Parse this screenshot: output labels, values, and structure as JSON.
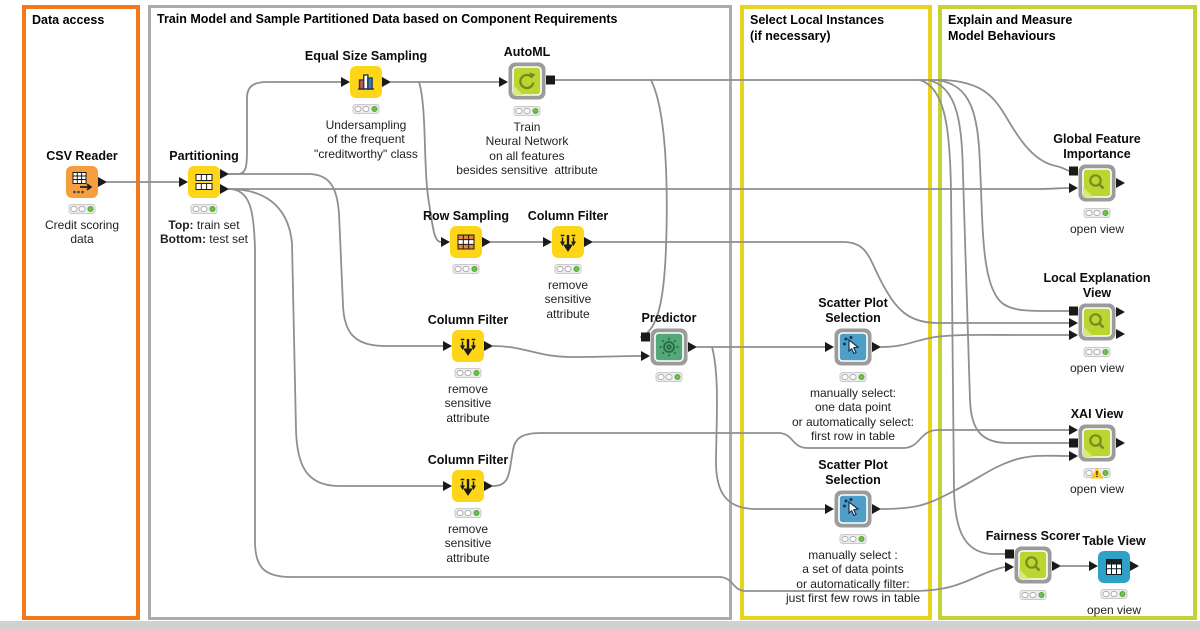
{
  "app": "KNIME workflow canvas",
  "annotations": {
    "data_access": {
      "title": "Data access"
    },
    "train_model": {
      "title": "Train Model and Sample Partitioned Data based on Component Requirements"
    },
    "select_local": {
      "title": "Select Local Instances\n(if necessary)"
    },
    "explain": {
      "title": "Explain and Measure\nModel Behaviours"
    }
  },
  "nodes": {
    "csv_reader": {
      "label": "CSV Reader",
      "caption": "Credit scoring\ndata",
      "status": "executed"
    },
    "partitioning": {
      "label": "Partitioning",
      "status": "executed",
      "caption_lines": [
        {
          "b": "Top:",
          "t": " train set"
        },
        {
          "b": "Bottom:",
          "t": " test set"
        }
      ]
    },
    "equal_size_sampling": {
      "label": "Equal Size Sampling",
      "caption": "Undersampling\nof the frequent\n\"creditworthy\" class",
      "status": "executed"
    },
    "automl": {
      "label": "AutoML",
      "caption": "Train\nNeural Network\non all features\nbesides sensitive  attribute",
      "status": "executed"
    },
    "row_sampling": {
      "label": "Row Sampling",
      "status": "executed"
    },
    "column_filter_1": {
      "label": "Column Filter",
      "caption": "remove\nsensitive\nattribute",
      "status": "executed"
    },
    "column_filter_2": {
      "label": "Column Filter",
      "caption": "remove\nsensitive\nattribute",
      "status": "executed"
    },
    "column_filter_3": {
      "label": "Column Filter",
      "caption": "remove\nsensitive\nattribute",
      "status": "executed"
    },
    "predictor": {
      "label": "Predictor",
      "status": "executed"
    },
    "scatter_plot_selection_1": {
      "label": "Scatter Plot\nSelection",
      "caption": "manually select:\none data point\nor automatically select:\nfirst row in table",
      "status": "executed"
    },
    "scatter_plot_selection_2": {
      "label": "Scatter Plot\nSelection",
      "caption": "manually select :\na set of data points\nor automatically filter:\njust first few rows in table",
      "status": "executed"
    },
    "global_feature_importance": {
      "label": "Global Feature\nImportance",
      "caption": "open view",
      "status": "executed"
    },
    "local_explanation_view": {
      "label": "Local Explanation\nView",
      "caption": "open view",
      "status": "executed"
    },
    "xai_view": {
      "label": "XAI View",
      "caption": "open view",
      "status": "warning",
      "warning": "!"
    },
    "fairness_scorer": {
      "label": "Fairness Scorer",
      "status": "executed"
    },
    "table_view": {
      "label": "Table View",
      "caption": "open view",
      "status": "executed"
    }
  },
  "colors": {
    "ann_orange": "#F4791D",
    "ann_gray": "#ACACAC",
    "ann_yellow": "#E8D41F",
    "ann_green": "#C3D335",
    "node_yellow": "#FFD617",
    "node_orange": "#F59E3F",
    "node_lime": "#BCD530",
    "node_green": "#53A878",
    "node_blue": "#4E9EC8",
    "node_teal": "#2FA1C9",
    "component_gray": "#9B9B9B",
    "wire": "#8F8F8F",
    "traffic_green": "#6CC24A"
  }
}
